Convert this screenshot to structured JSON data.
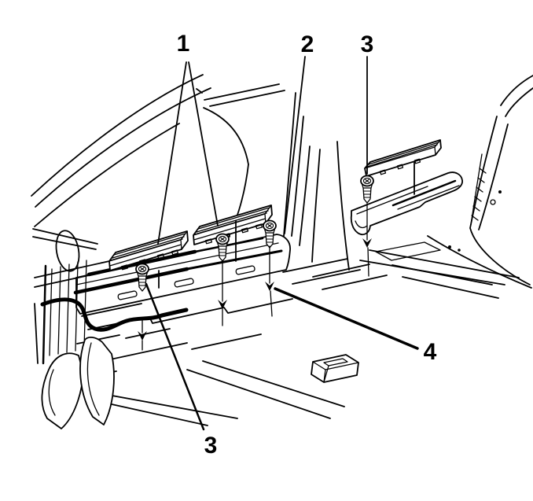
{
  "figure": {
    "description": "Black-and-white exploded line illustration of a vehicle interior showing front and rear door sill trim plates lifted off the rocker panels, with retaining screws and down-pointing install arrows",
    "background_color": "#ffffff",
    "line_color": "#000000",
    "callouts": [
      {
        "label": "1"
      },
      {
        "label": "2"
      },
      {
        "label": "3"
      },
      {
        "label": "3"
      },
      {
        "label": "4"
      }
    ]
  }
}
